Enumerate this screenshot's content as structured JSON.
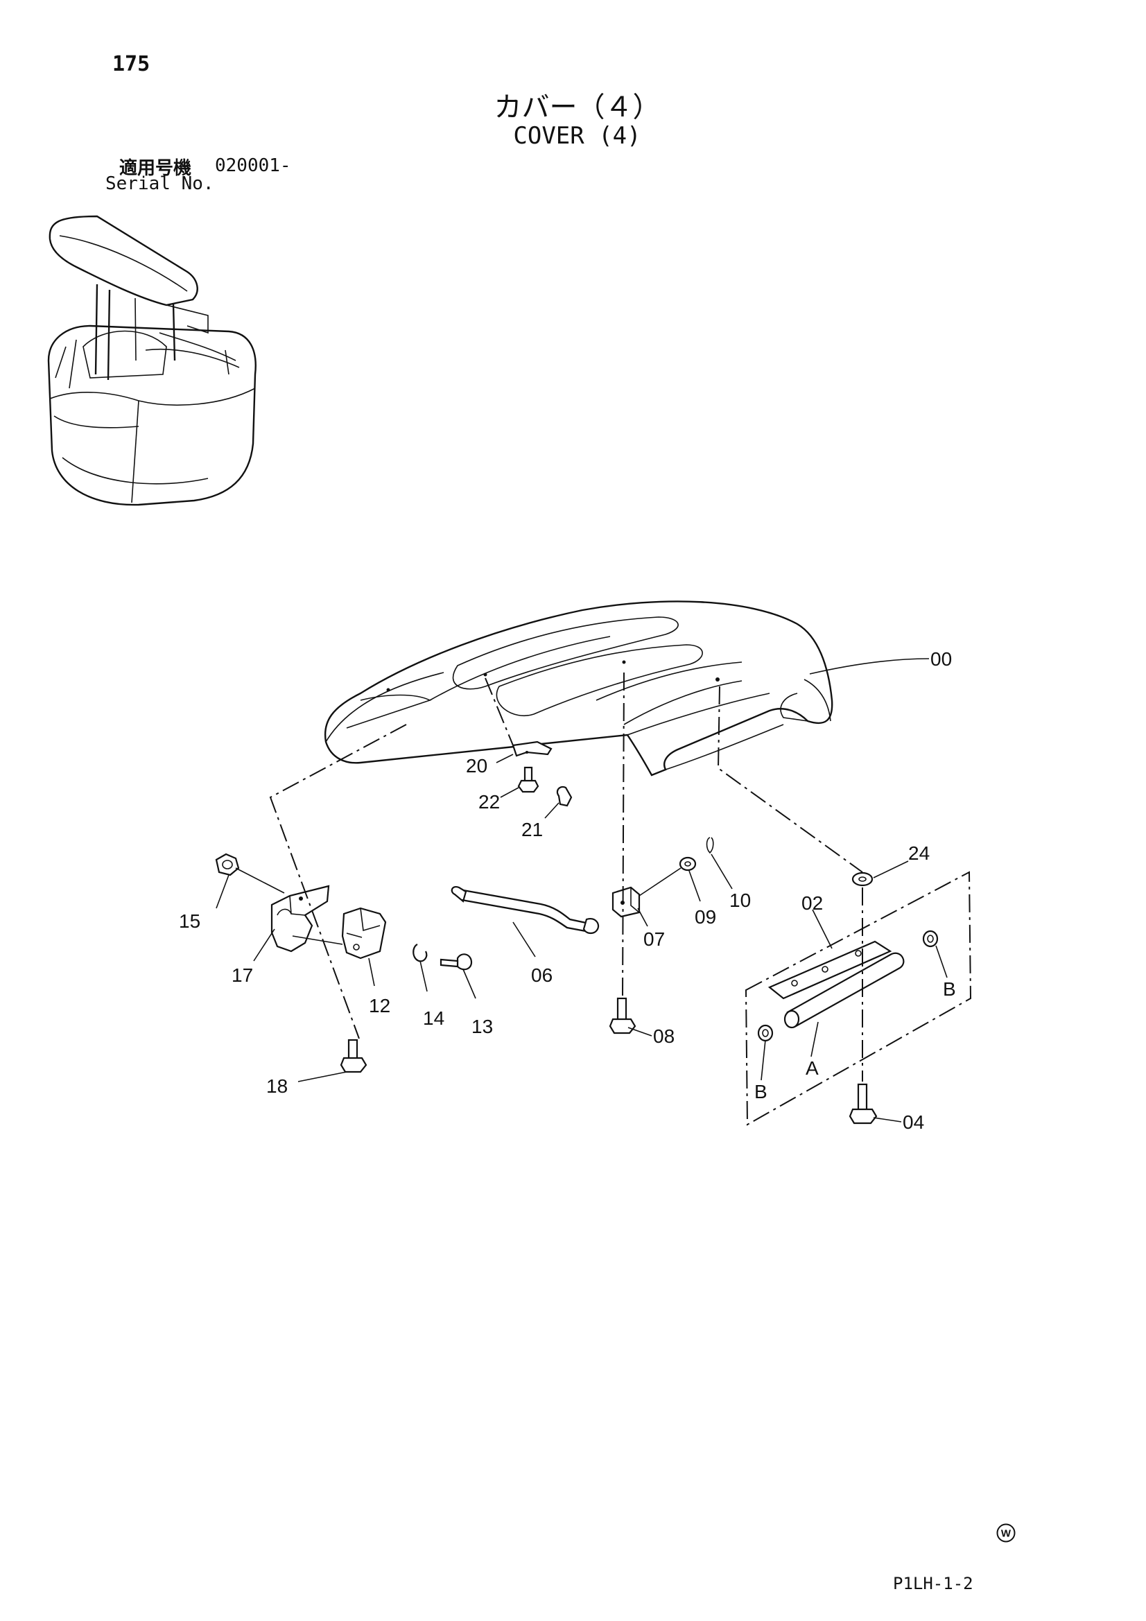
{
  "page": {
    "number": "175",
    "title_jp": "カバー（４）",
    "title_en": "COVER (4)",
    "serial_label_jp": "適用号機",
    "serial_value": "020001-",
    "serial_label_en": "Serial No.",
    "footer_code": "P1LH-1-2",
    "footer_mark": "W"
  },
  "callouts": {
    "c00": "00",
    "c02": "02",
    "c04": "04",
    "c06": "06",
    "c07": "07",
    "c08": "08",
    "c09": "09",
    "c10": "10",
    "c12": "12",
    "c13": "13",
    "c14": "14",
    "c15": "15",
    "c17": "17",
    "c18": "18",
    "c20": "20",
    "c21": "21",
    "c22": "22",
    "c24": "24",
    "cA": "A",
    "cB1": "B",
    "cB2": "B"
  },
  "icons": {
    "overview": "machine-overview-icon",
    "footer_mark": "circled-w-icon"
  }
}
